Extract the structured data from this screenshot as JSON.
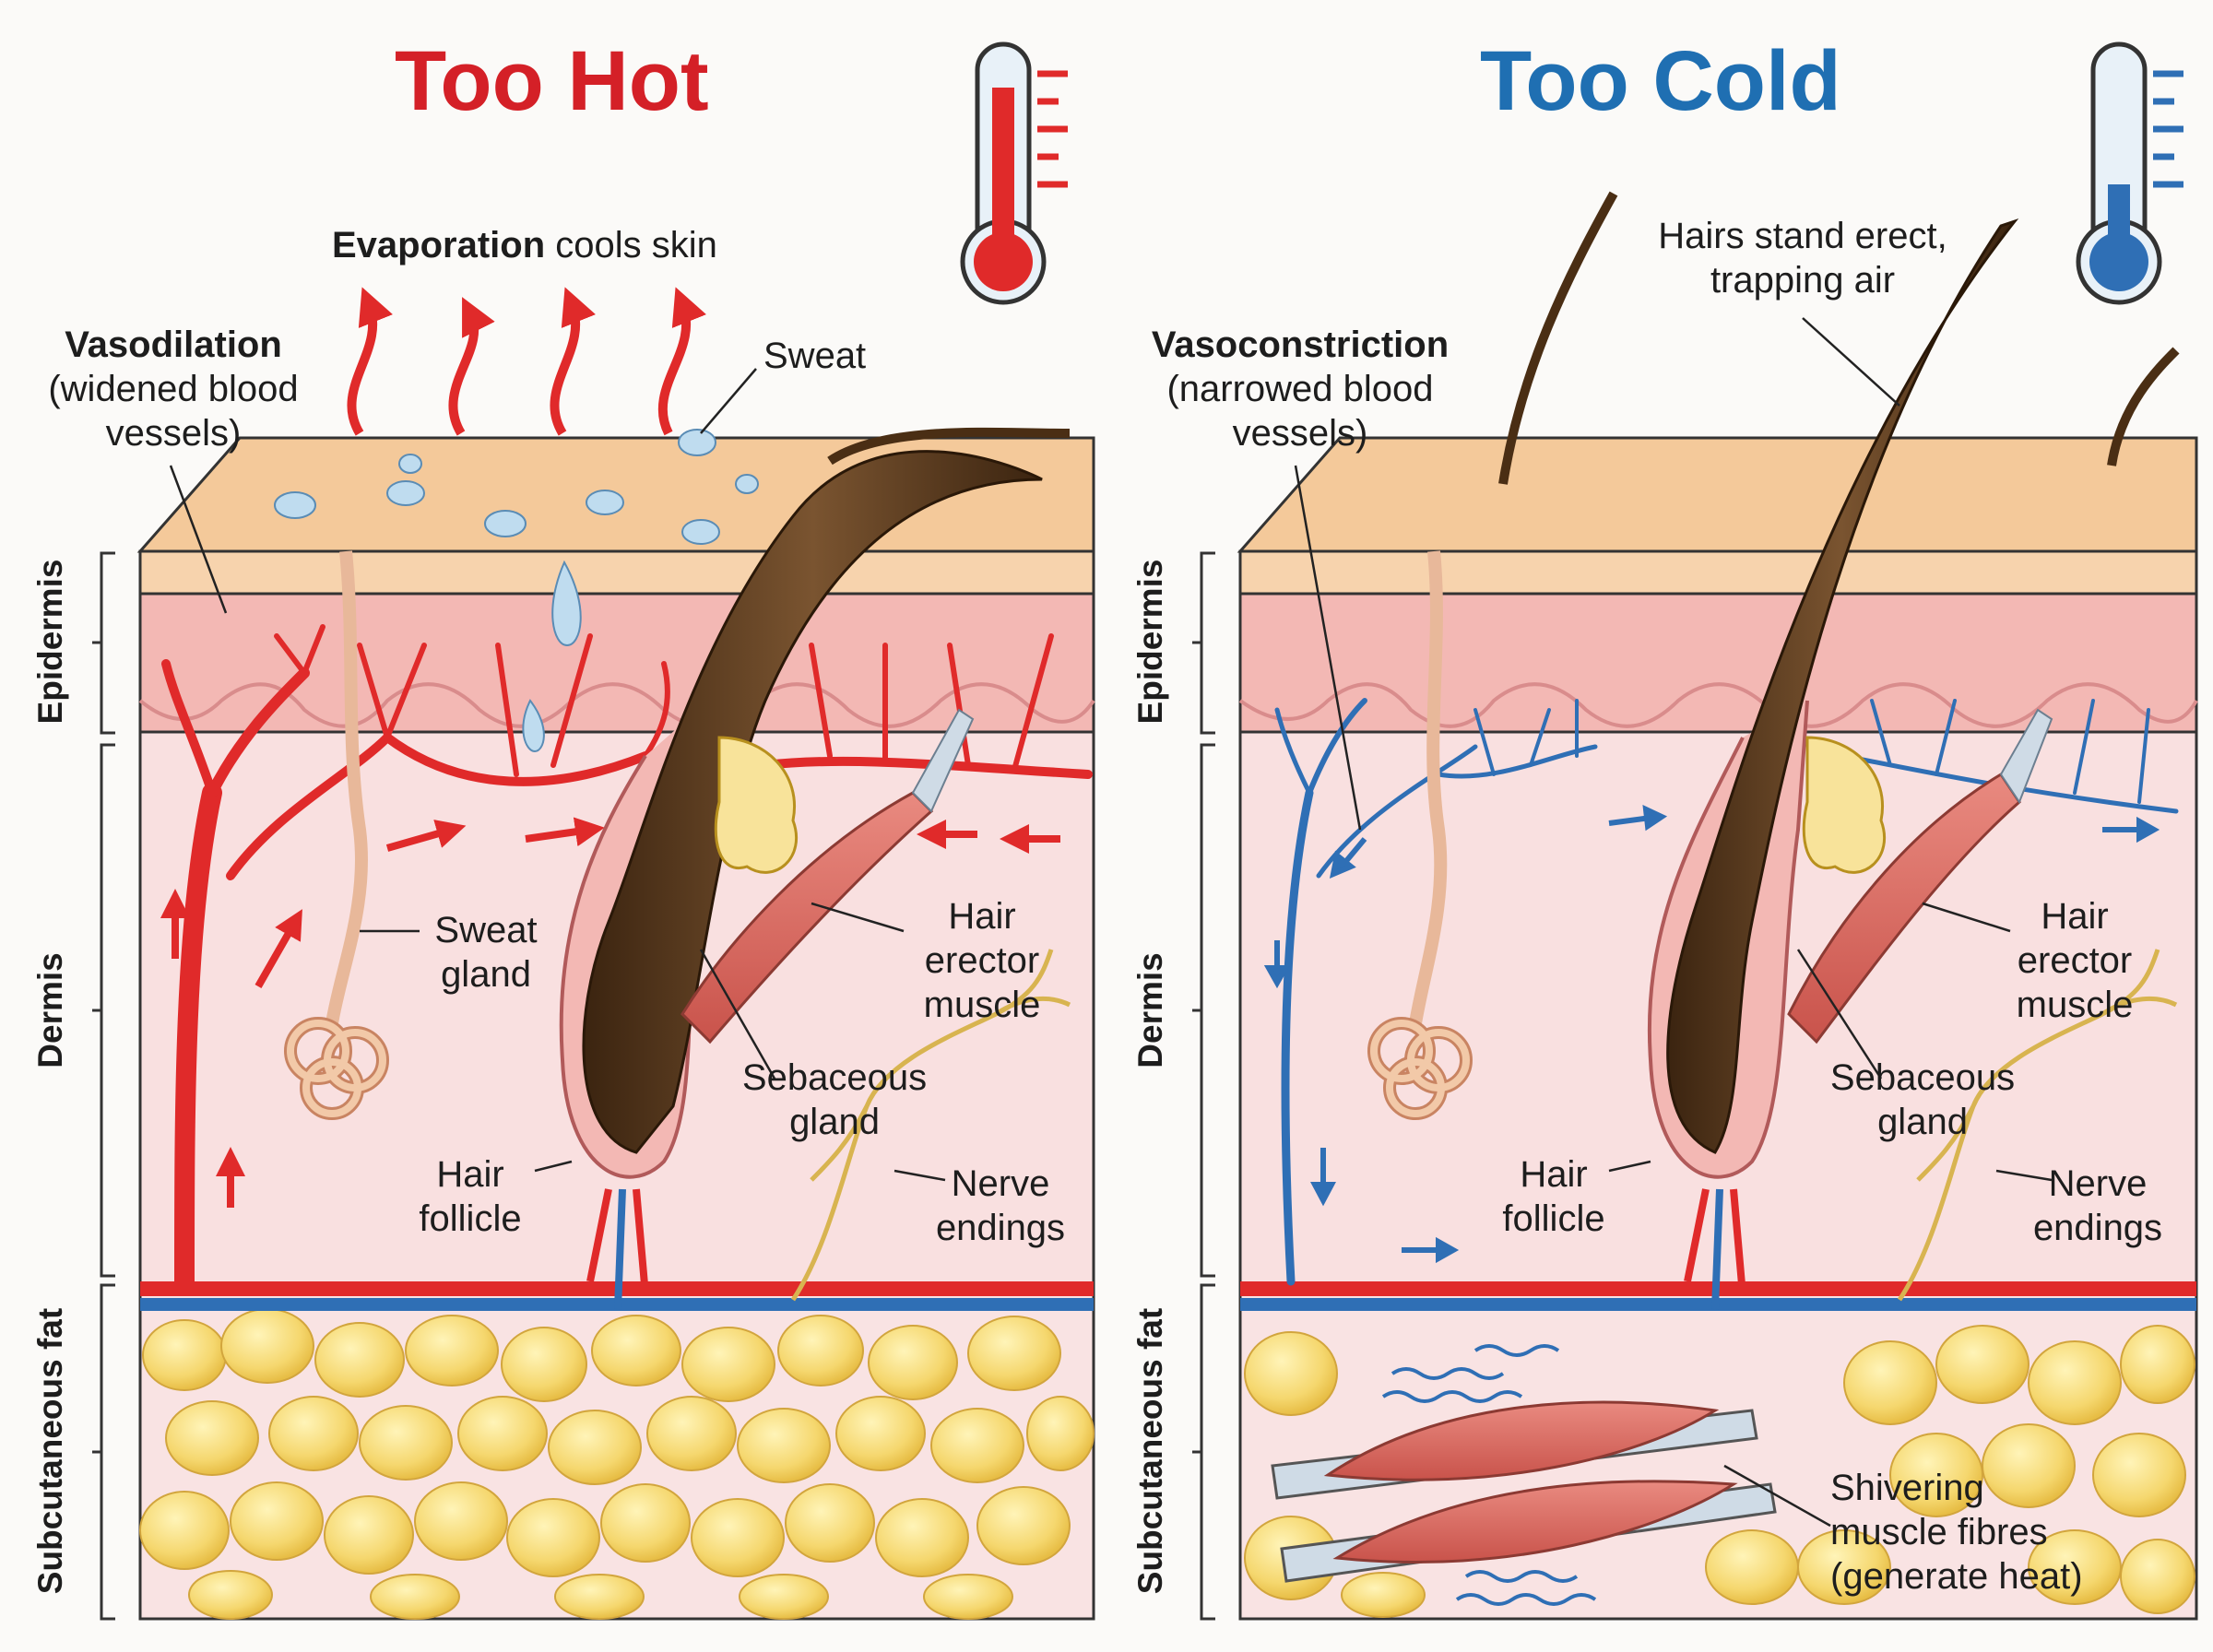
{
  "panels": {
    "hot": {
      "title": "Too Hot",
      "title_color": "#d42027",
      "thermometer_level": 0.82,
      "labels": {
        "evaporation_bold": "Evaporation",
        "evaporation_rest": "cools skin",
        "vasodilation_bold": "Vasodilation",
        "vasodilation_line2": "(widened blood",
        "vasodilation_line3": "vessels)",
        "sweat": "Sweat",
        "sweat_gland_line1": "Sweat",
        "sweat_gland_line2": "gland",
        "hair_erector_line1": "Hair",
        "hair_erector_line2": "erector",
        "hair_erector_line3": "muscle",
        "sebaceous_line1": "Sebaceous",
        "sebaceous_line2": "gland",
        "hair_follicle_line1": "Hair",
        "hair_follicle_line2": "follicle",
        "nerve_line1": "Nerve",
        "nerve_line2": "endings"
      }
    },
    "cold": {
      "title": "Too Cold",
      "title_color": "#1f6fb2",
      "thermometer_level": 0.3,
      "labels": {
        "hairs_line1": "Hairs stand erect,",
        "hairs_line2": "trapping air",
        "vasoconstriction_bold": "Vasoconstriction",
        "vasoconstriction_line2": "(narrowed blood",
        "vasoconstriction_line3": "vessels)",
        "hair_erector_line1": "Hair",
        "hair_erector_line2": "erector",
        "hair_erector_line3": "muscle",
        "sebaceous_line1": "Sebaceous",
        "sebaceous_line2": "gland",
        "hair_follicle_line1": "Hair",
        "hair_follicle_line2": "follicle",
        "nerve_line1": "Nerve",
        "nerve_line2": "endings",
        "shivering_line1": "Shivering",
        "shivering_line2": "muscle fibres",
        "shivering_line3": "(generate heat)"
      }
    }
  },
  "layers": {
    "epidermis": "Epidermis",
    "dermis": "Dermis",
    "subcutaneous": "Subcutaneous fat"
  },
  "colors": {
    "hot_vessel": "#e02a2a",
    "cold_vessel": "#2f6fb5",
    "skin_top": "#f4c99a",
    "dermis": "#f9e0e0",
    "fat": "#f5d76e"
  }
}
